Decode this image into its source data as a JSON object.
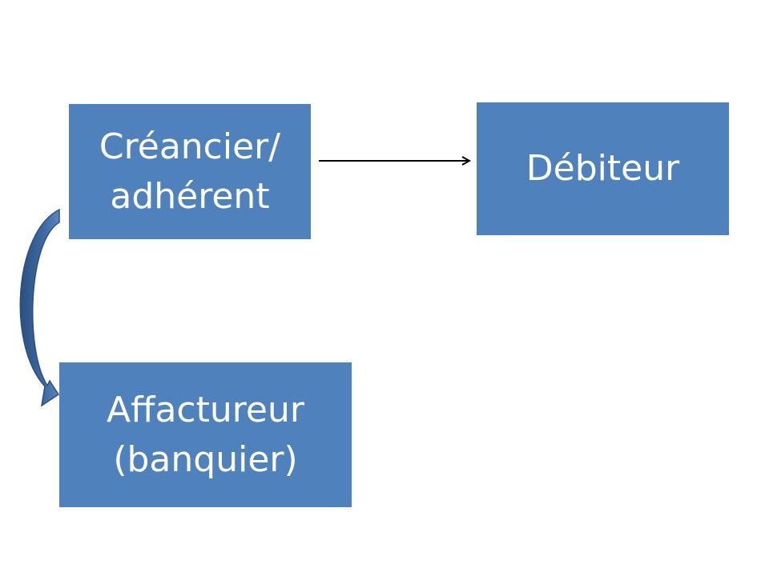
{
  "colors": {
    "box_fill": "#4f81bd",
    "box_text": "#ffffff",
    "line_arrow": "#000000",
    "curved_arrow_dark": "#2b5080",
    "curved_arrow_light": "#5b86c1",
    "background": "#ffffff"
  },
  "nodes": {
    "creancier": {
      "line1": "Créancier/",
      "line2": "adhérent"
    },
    "debiteur": {
      "label": "Débiteur"
    },
    "affactureur": {
      "line1": "Affactureur",
      "line2": "(banquier)"
    }
  },
  "edges": [
    {
      "from": "creancier",
      "to": "debiteur",
      "style": "thin-arrow"
    },
    {
      "from": "creancier",
      "to": "affactureur",
      "style": "curved-block-arrow"
    }
  ]
}
